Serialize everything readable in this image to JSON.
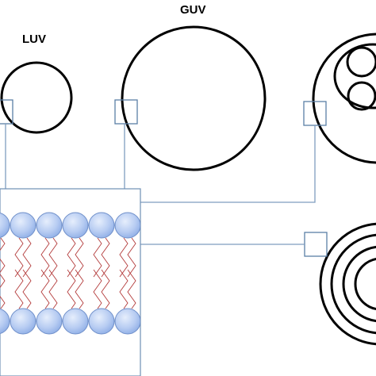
{
  "diagram": {
    "labels": {
      "luv": "LUV",
      "guv": "GUV"
    },
    "colors": {
      "outline": "#000000",
      "zoom_box": "#5b7fa6",
      "connector": "#7f9dbf",
      "lipid_head_fill": "#b7ccf2",
      "lipid_head_stroke": "#6f8fc9",
      "lipid_tail": "#b33a3a"
    },
    "icons": [
      "vesicle-outline",
      "lipid-head-sphere",
      "lipid-tail-zigzag"
    ]
  }
}
